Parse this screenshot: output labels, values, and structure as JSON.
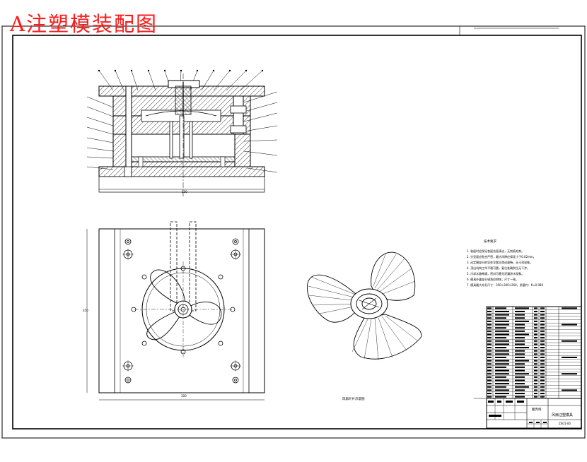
{
  "banner": {
    "title": "A注塑模装配图"
  },
  "drawing": {
    "overall_dim_label": "350",
    "plan_height_dim_label": "350",
    "plan_bottom_dim_label": "300",
    "product_view_caption": "风扇叶片示意图",
    "tech_requirements": {
      "heading": "技术要求",
      "items": [
        "1. 装配时应保证各配合面清洁，无划痕毛刺。",
        "2. 分型面应贴合严密，最大间隙应保证小于0.02mm。",
        "3. 动定模部分的导柱导套应滑动顺畅，无卡滞现象。",
        "4. 顶出机构工作平稳可靠，复位准确到位无干涉。",
        "5. 冷却水路畅通，密封可靠无泄漏渗水现象。",
        "6. 模具外露部分锐角应倒钝，尺寸一致。",
        "7. 模具最大外形尺寸：350×300×260，质量约：K=0.080"
      ]
    },
    "title_block": {
      "material": "聚丙烯",
      "drawing_name": "风扇注塑模具",
      "drawing_no": "ZS01-00"
    }
  },
  "colors": {
    "banner": "#ff1a1a",
    "line": "#000000",
    "hatch": "#000000"
  }
}
